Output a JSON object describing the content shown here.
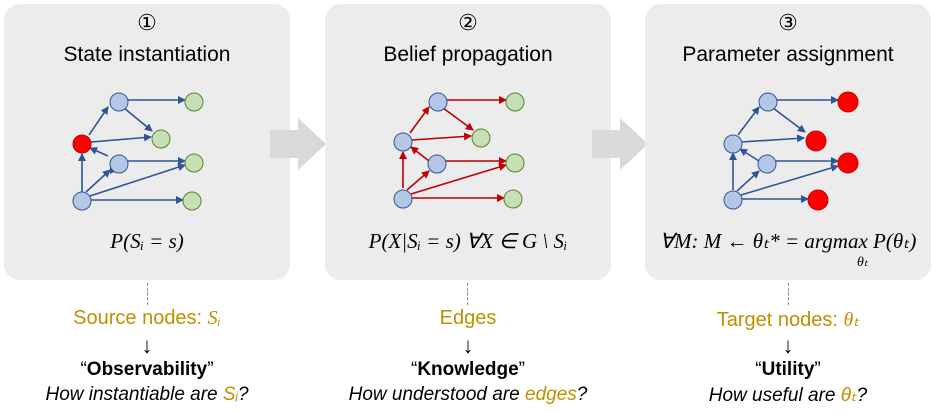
{
  "steps": [
    {
      "number": "①",
      "title": "State instantiation",
      "formula": "P(Sᵢ = s)",
      "label_prefix": "Source nodes: ",
      "label_var": "Sᵢ",
      "keyword": "Observability",
      "question_prefix": "How instantiable are ",
      "question_highlight": "Sᵢ",
      "question_suffix": "?"
    },
    {
      "number": "②",
      "title": "Belief propagation",
      "formula": "P(X|Sᵢ = s) ∀X ∈ G \\ Sᵢ",
      "label_prefix": "Edges",
      "label_var": "",
      "keyword": "Knowledge",
      "question_prefix": "How understood are ",
      "question_highlight": "edges",
      "question_suffix": "?"
    },
    {
      "number": "③",
      "title": "Parameter assignment",
      "formula": "∀M: M ← θₜ* = argmax P(θₜ)",
      "formula_under": "θₜ",
      "label_prefix": "Target nodes: ",
      "label_var": "θₜ",
      "keyword": "Utility",
      "question_prefix": "How useful are ",
      "question_highlight": "θₜ",
      "question_suffix": "?"
    }
  ],
  "down_arrow": "↓",
  "colors": {
    "panel": "#ececec",
    "blue_node": "#b4c7e7",
    "blue_edge": "#2f5597",
    "green_node": "#c5e0b4",
    "red_node": "#ff0000",
    "red_edge": "#c00000",
    "accent_text": "#bf9000"
  }
}
